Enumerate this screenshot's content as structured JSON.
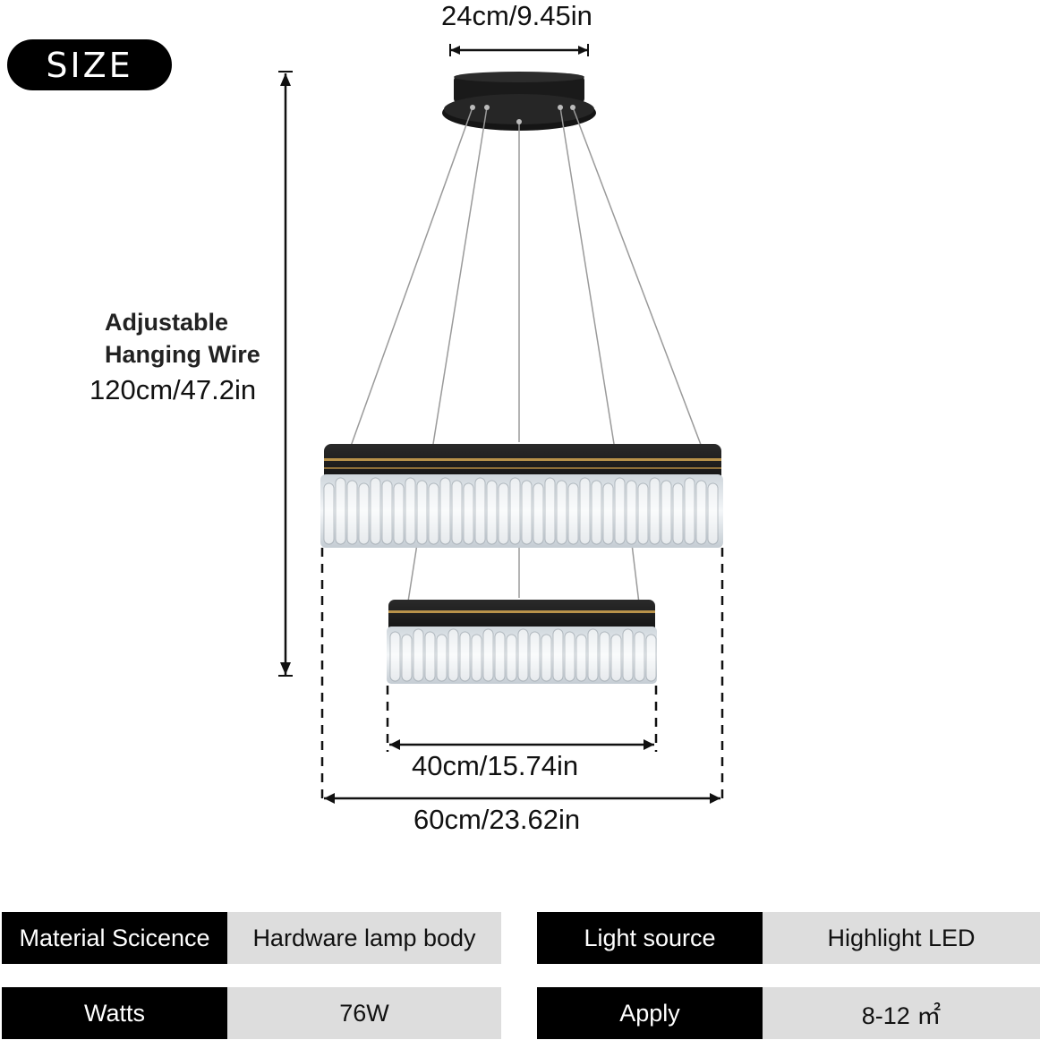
{
  "badge": {
    "label": "SIZE"
  },
  "dimensions": {
    "canopy_width": "24cm/9.45in",
    "wire_label_line1": "Adjustable",
    "wire_label_line2": "Hanging Wire",
    "wire_length": "120cm/47.2in",
    "small_ring_width": "40cm/15.74in",
    "large_ring_width": "60cm/23.62in"
  },
  "specs": {
    "material": {
      "key": "Material Scicence",
      "value": "Hardware lamp body"
    },
    "light_source": {
      "key": "Light source",
      "value": "Highlight LED"
    },
    "watts": {
      "key": "Watts",
      "value": "76W"
    },
    "apply": {
      "key": "Apply",
      "value": "8-12 ㎡"
    }
  },
  "colors": {
    "label_bg": "#000000",
    "value_bg": "#dddddd",
    "fixture_dark": "#1b1b1b",
    "gold_trim": "#b8924a",
    "crystal": "#e9eef2"
  }
}
